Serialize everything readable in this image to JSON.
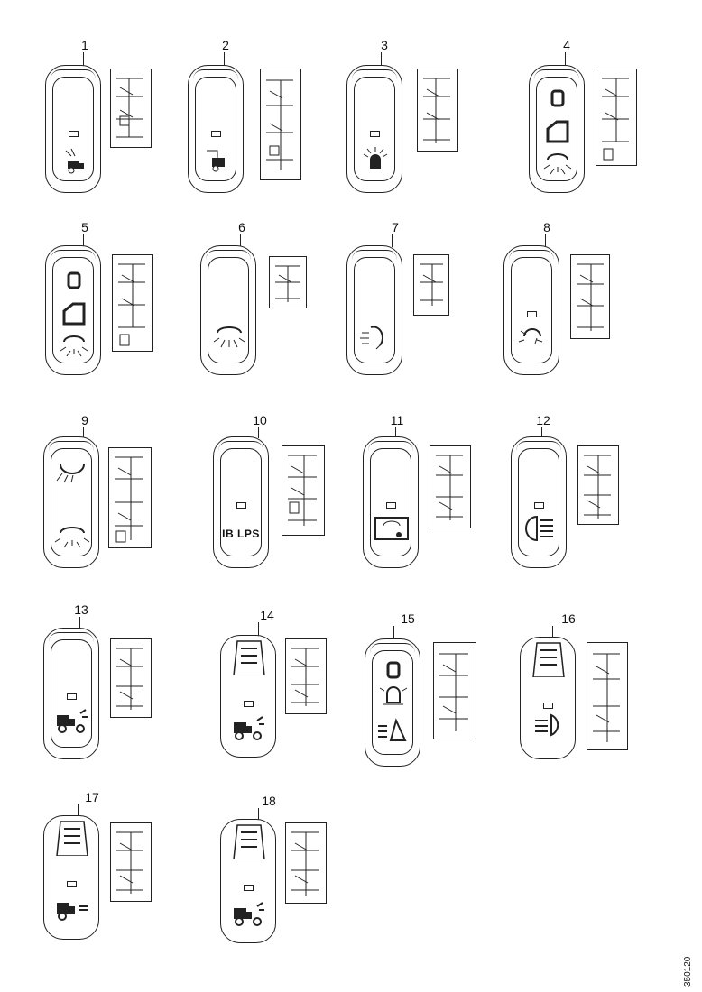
{
  "switches": [
    {
      "id": 1,
      "label": "1"
    },
    {
      "id": 2,
      "label": "2"
    },
    {
      "id": 3,
      "label": "3"
    },
    {
      "id": 4,
      "label": "4"
    },
    {
      "id": 5,
      "label": "5"
    },
    {
      "id": 6,
      "label": "6"
    },
    {
      "id": 7,
      "label": "7"
    },
    {
      "id": 8,
      "label": "8"
    },
    {
      "id": 9,
      "label": "9"
    },
    {
      "id": 10,
      "label": "10",
      "panel_text": "IB LPS"
    },
    {
      "id": 11,
      "label": "11"
    },
    {
      "id": 12,
      "label": "12"
    },
    {
      "id": 13,
      "label": "13"
    },
    {
      "id": 14,
      "label": "14"
    },
    {
      "id": 15,
      "label": "15"
    },
    {
      "id": 16,
      "label": "16"
    },
    {
      "id": 17,
      "label": "17"
    },
    {
      "id": 18,
      "label": "18"
    }
  ],
  "reference_number": "350120",
  "colors": {
    "line": "#222222",
    "background": "#ffffff"
  }
}
